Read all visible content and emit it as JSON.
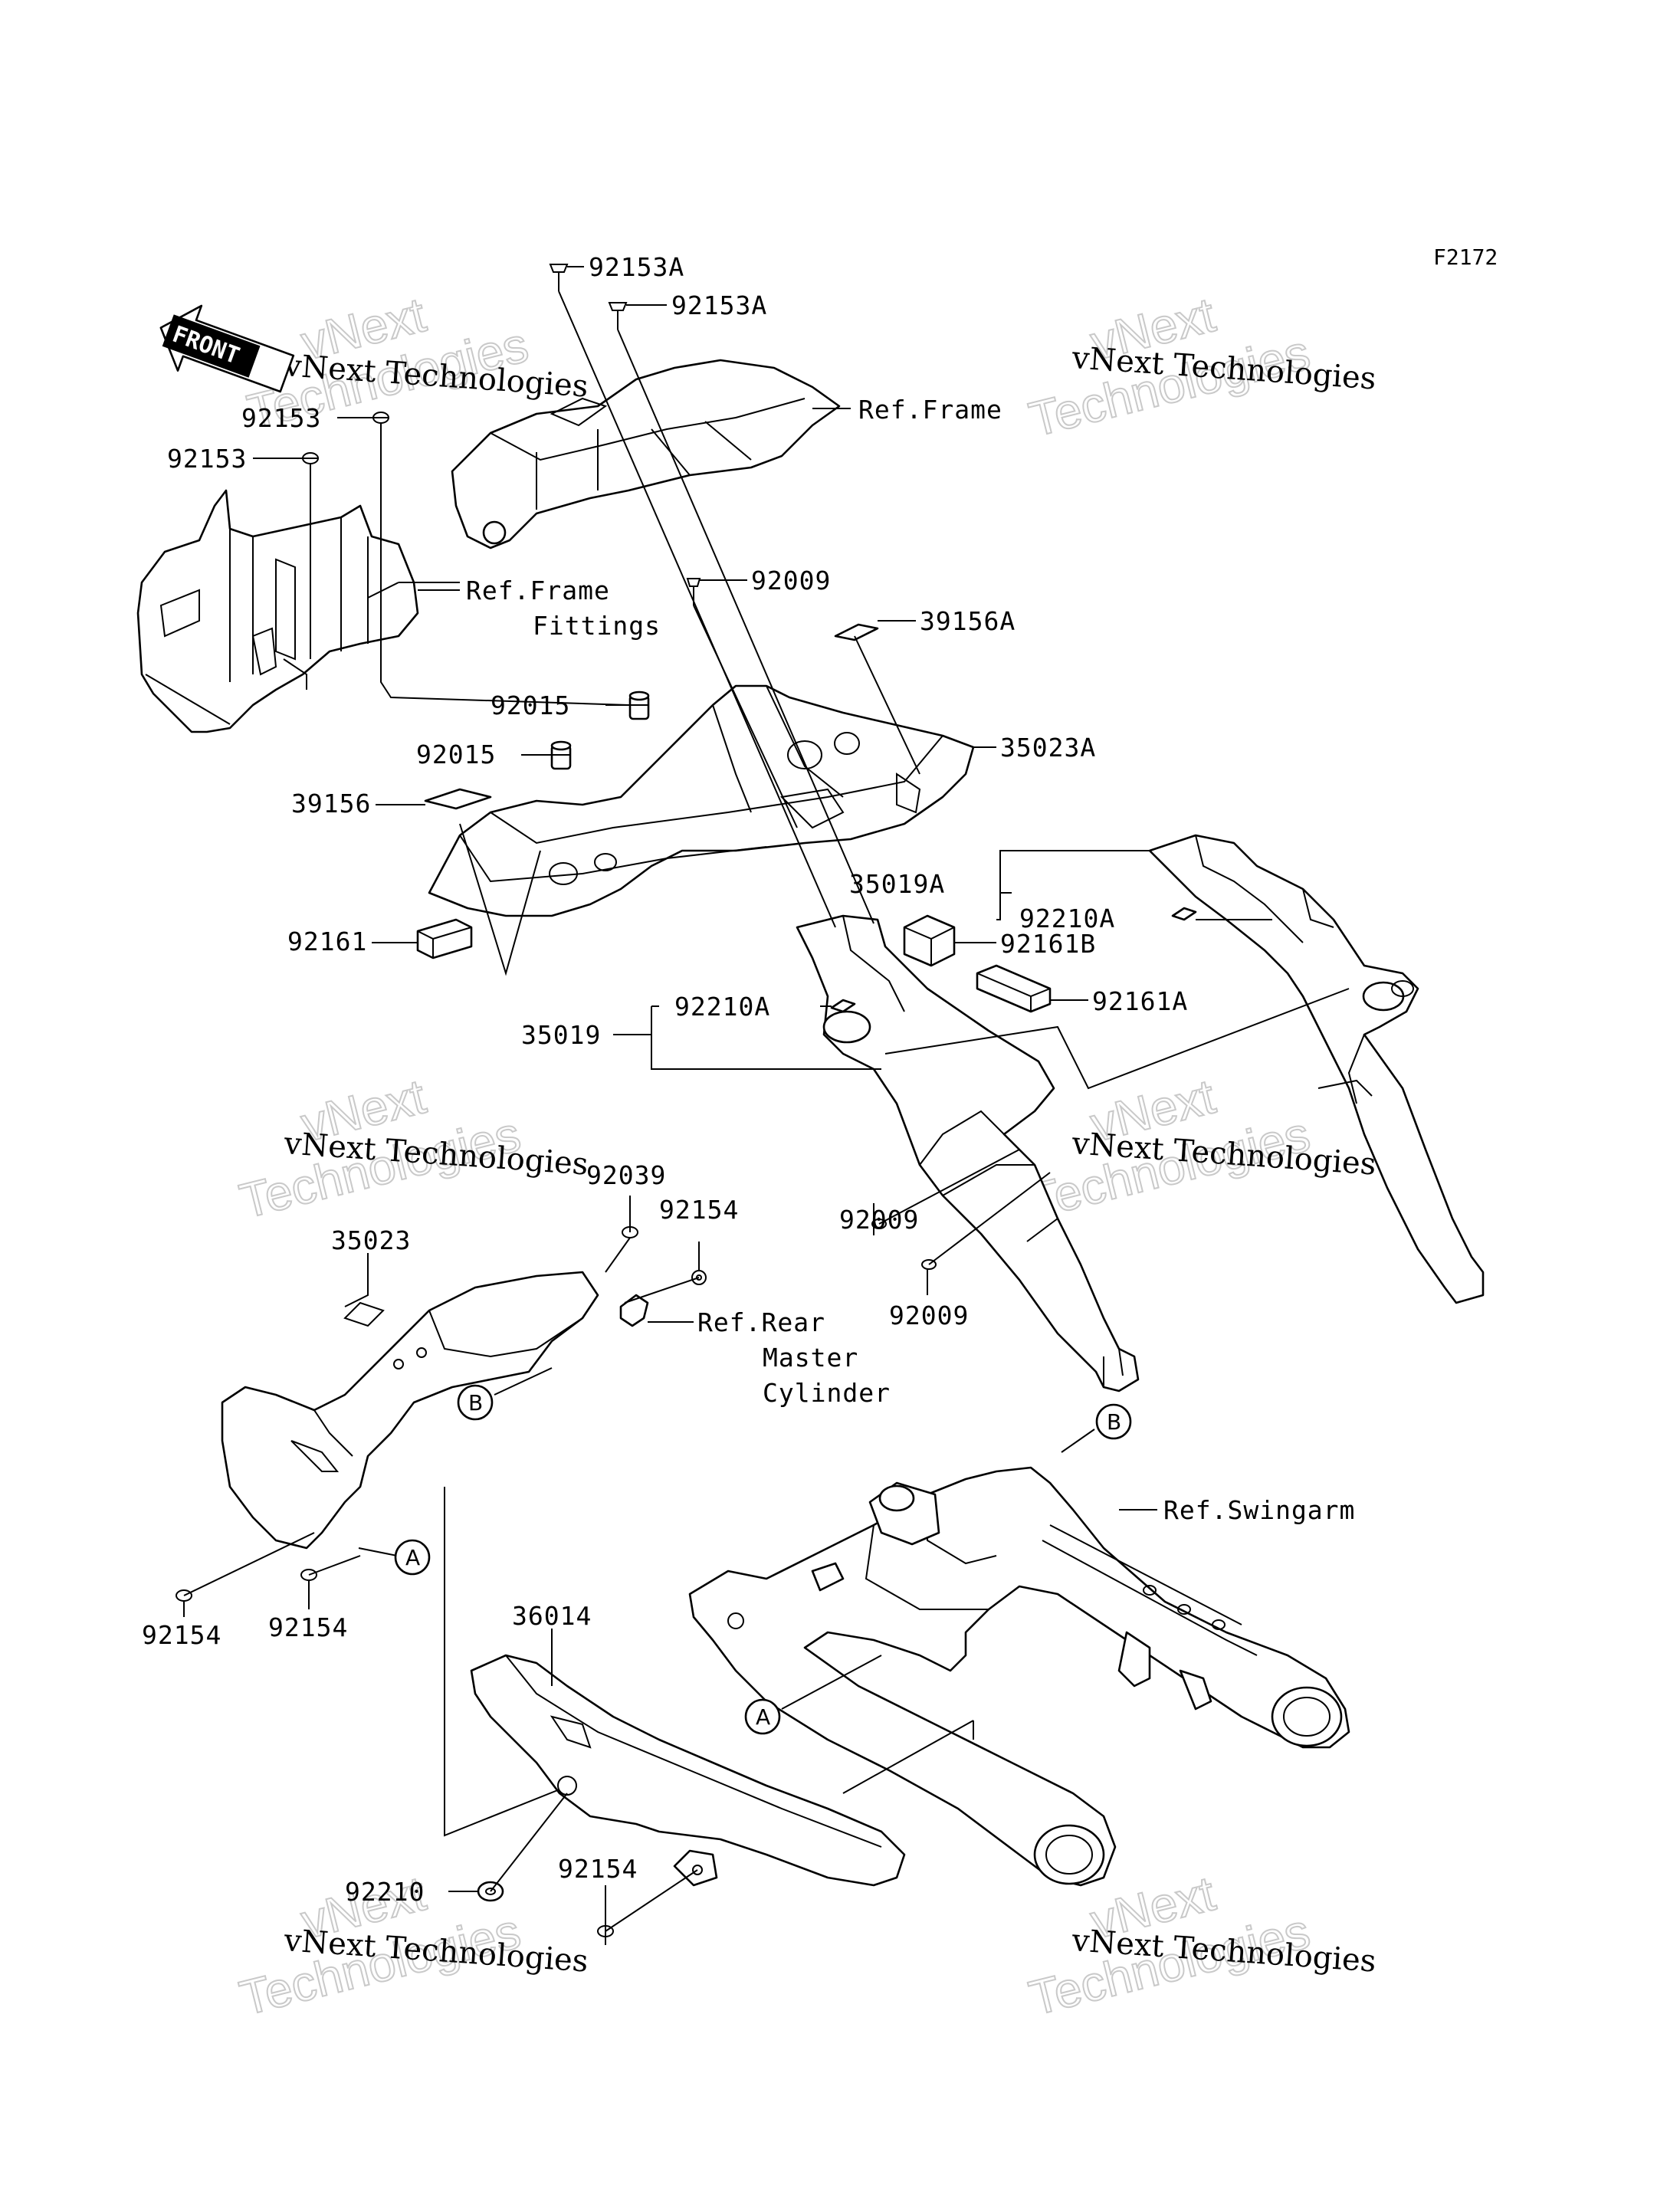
{
  "diagram_code": "F2172",
  "front_arrow_label": "FRONT",
  "watermark": {
    "line1": "vNext Technologies",
    "line2": "vNext",
    "line3": "Technologies"
  },
  "part_labels": {
    "p92153A_a": "92153A",
    "p92153A_b": "92153A",
    "ref_frame": "Ref.Frame",
    "p92153_a": "92153",
    "p92153_b": "92153",
    "ref_frame_fittings_1": "Ref.Frame",
    "ref_frame_fittings_2": "Fittings",
    "p92009_top": "92009",
    "p39156A": "39156A",
    "p92015_a": "92015",
    "p92015_b": "92015",
    "p35023A": "35023A",
    "p39156": "39156",
    "p35019A": "35019A",
    "p92210A_a": "92210A",
    "p92161": "92161",
    "p92161B": "92161B",
    "p92210A_b": "92210A",
    "p92161A": "92161A",
    "p35019": "35019",
    "p92039": "92039",
    "p92154_a": "92154",
    "p92009_mid": "92009",
    "p35023": "35023",
    "ref_rear_1": "Ref.Rear",
    "ref_rear_2": "Master",
    "ref_rear_3": "Cylinder",
    "p92009_low": "92009",
    "ref_swingarm": "Ref.Swingarm",
    "p92154_b": "92154",
    "p92154_c": "92154",
    "p36014": "36014",
    "p92210": "92210",
    "p92154_d": "92154"
  },
  "callouts": {
    "a": "A",
    "b": "B"
  }
}
